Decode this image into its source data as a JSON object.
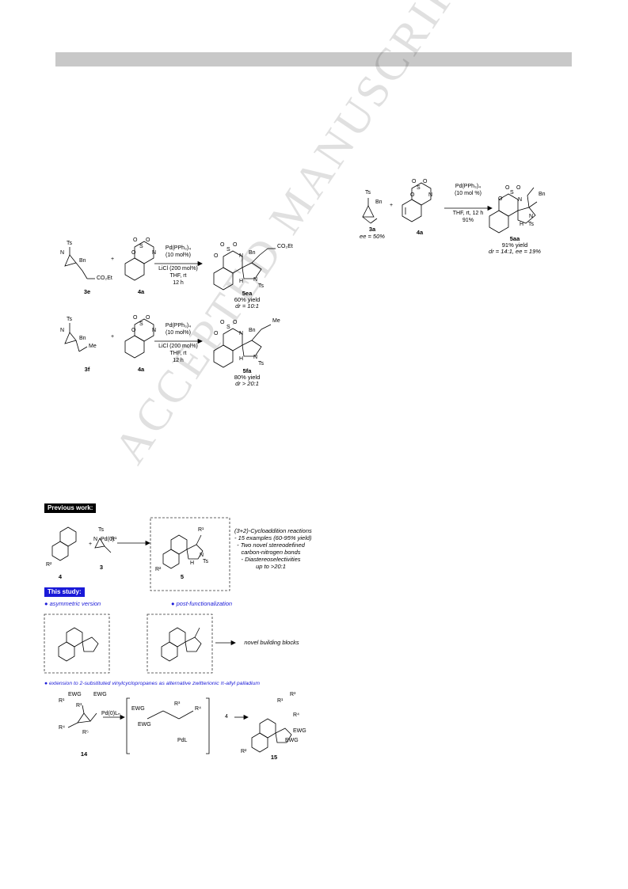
{
  "top_scheme": {
    "reactant1_atoms": [
      "Ts",
      "Bn"
    ],
    "reactant2_atoms": [
      "O",
      "S",
      "O",
      "O",
      "N"
    ],
    "conditions": [
      "Pd(PPh₃)₄",
      "(10 mol %)",
      "THF, rt, 12 h",
      "91%"
    ],
    "product_atoms": [
      "O",
      "S",
      "O",
      "O",
      "N",
      "Bn",
      "N",
      "H",
      "Ts"
    ],
    "labels": {
      "r1": "3a",
      "r2": "4a",
      "p": "5aa"
    },
    "sub_r1": "ee = 50%",
    "sub_p": "91% yield",
    "sub_p2": "dr = 14:1, ee = 19%"
  },
  "scheme_e": {
    "r1_atoms": [
      "Ts",
      "N",
      "Bn",
      "CO₂Et"
    ],
    "r2_atoms": [
      "O",
      "S",
      "O",
      "O",
      "N"
    ],
    "conditions": [
      "Pd(PPh₃)₄",
      "(10 mol%)",
      "LiCl (200 mol%)",
      "THF, rt",
      "12 h"
    ],
    "product_atoms": [
      "O",
      "S",
      "O",
      "O",
      "N",
      "Bn",
      "CO₂Et",
      "N",
      "H",
      "Ts"
    ],
    "labels": {
      "r1": "3e",
      "r2": "4a",
      "p": "5ea"
    },
    "yield": "60% yield",
    "dr": "dr = 10:1"
  },
  "scheme_f": {
    "r1_atoms": [
      "Ts",
      "N",
      "Bn",
      "Me"
    ],
    "r2_atoms": [
      "O",
      "S",
      "O",
      "O",
      "N"
    ],
    "conditions": [
      "Pd(PPh₃)₄",
      "(10 mol%)",
      "LiCl (200 mol%)",
      "THF, rt",
      "12 h"
    ],
    "product_atoms": [
      "O",
      "S",
      "O",
      "O",
      "N",
      "Bn",
      "Me",
      "N",
      "H",
      "Ts"
    ],
    "labels": {
      "r1": "3f",
      "r2": "4a",
      "p": "5fa"
    },
    "yield": "80% yield",
    "dr": "dr > 20:1"
  },
  "graphic": {
    "previous_work": "Previous work:",
    "pd_cond": "Pd(0)",
    "prev_labels": {
      "a": "4",
      "b": "3",
      "c": "5"
    },
    "prev_atoms": [
      "R²",
      "Ts",
      "N",
      "R¹",
      "R¹",
      "Ts",
      "H",
      "N",
      "R²"
    ],
    "highlights": [
      "(3+2)-Cycloaddition reactions",
      "- 15 examples (60-95% yield)",
      "- Two novel stereodefined",
      "carbon-nitrogen bonds",
      "- Diastereoselectivities",
      "up to >20:1"
    ],
    "this_study": "This study:",
    "bullet1": "asymmetric version",
    "bullet2": "post-functionalization",
    "building_blocks": "novel building blocks",
    "bullet3": "extension to 2-substituted vinylcyclopropanes as alternative zwitterionic π-allyl palladium",
    "bottom_atoms": [
      "EWG",
      "EWG",
      "R¹",
      "R³",
      "R⁴",
      "R⁵",
      "Pd(0)Lₙ",
      "EWG",
      "EWG",
      "R³",
      "R⁴",
      "PdL",
      "4",
      "R³",
      "R¹",
      "R⁴",
      "EWG",
      "EWG",
      "R²"
    ],
    "bottom_labels": {
      "a": "14",
      "c": "15"
    }
  },
  "watermark": "ACCEPTED MANUSCRIPT"
}
